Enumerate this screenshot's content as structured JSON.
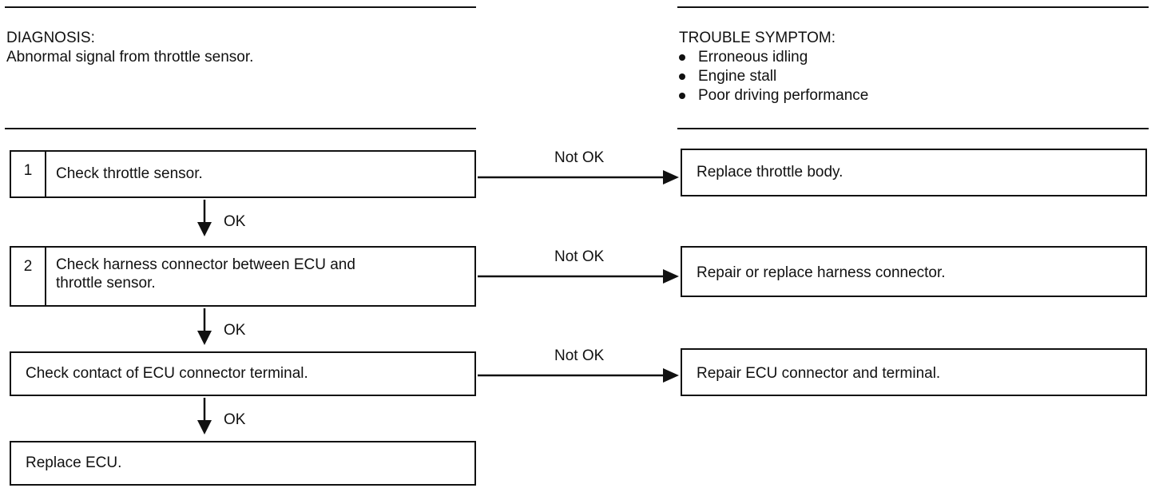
{
  "diagnosis": {
    "heading": "DIAGNOSIS:",
    "text": "Abnormal signal from throttle sensor."
  },
  "trouble": {
    "heading": "TROUBLE SYMPTOM:",
    "items": [
      "Erroneous idling",
      "Engine stall",
      "Poor driving performance"
    ]
  },
  "steps": [
    {
      "number": "1",
      "line1": "Check throttle sensor.",
      "line2": ""
    },
    {
      "number": "2",
      "line1": "Check harness connector between ECU and",
      "line2": "throttle sensor."
    },
    {
      "number": "",
      "line1": "Check contact of ECU connector terminal.",
      "line2": ""
    },
    {
      "number": "",
      "line1": "Replace ECU.",
      "line2": ""
    }
  ],
  "ok_label": "OK",
  "not_ok_label": "Not OK",
  "remedies": [
    "Replace throttle body.",
    "Repair or replace harness connector.",
    "Repair ECU connector and terminal."
  ]
}
